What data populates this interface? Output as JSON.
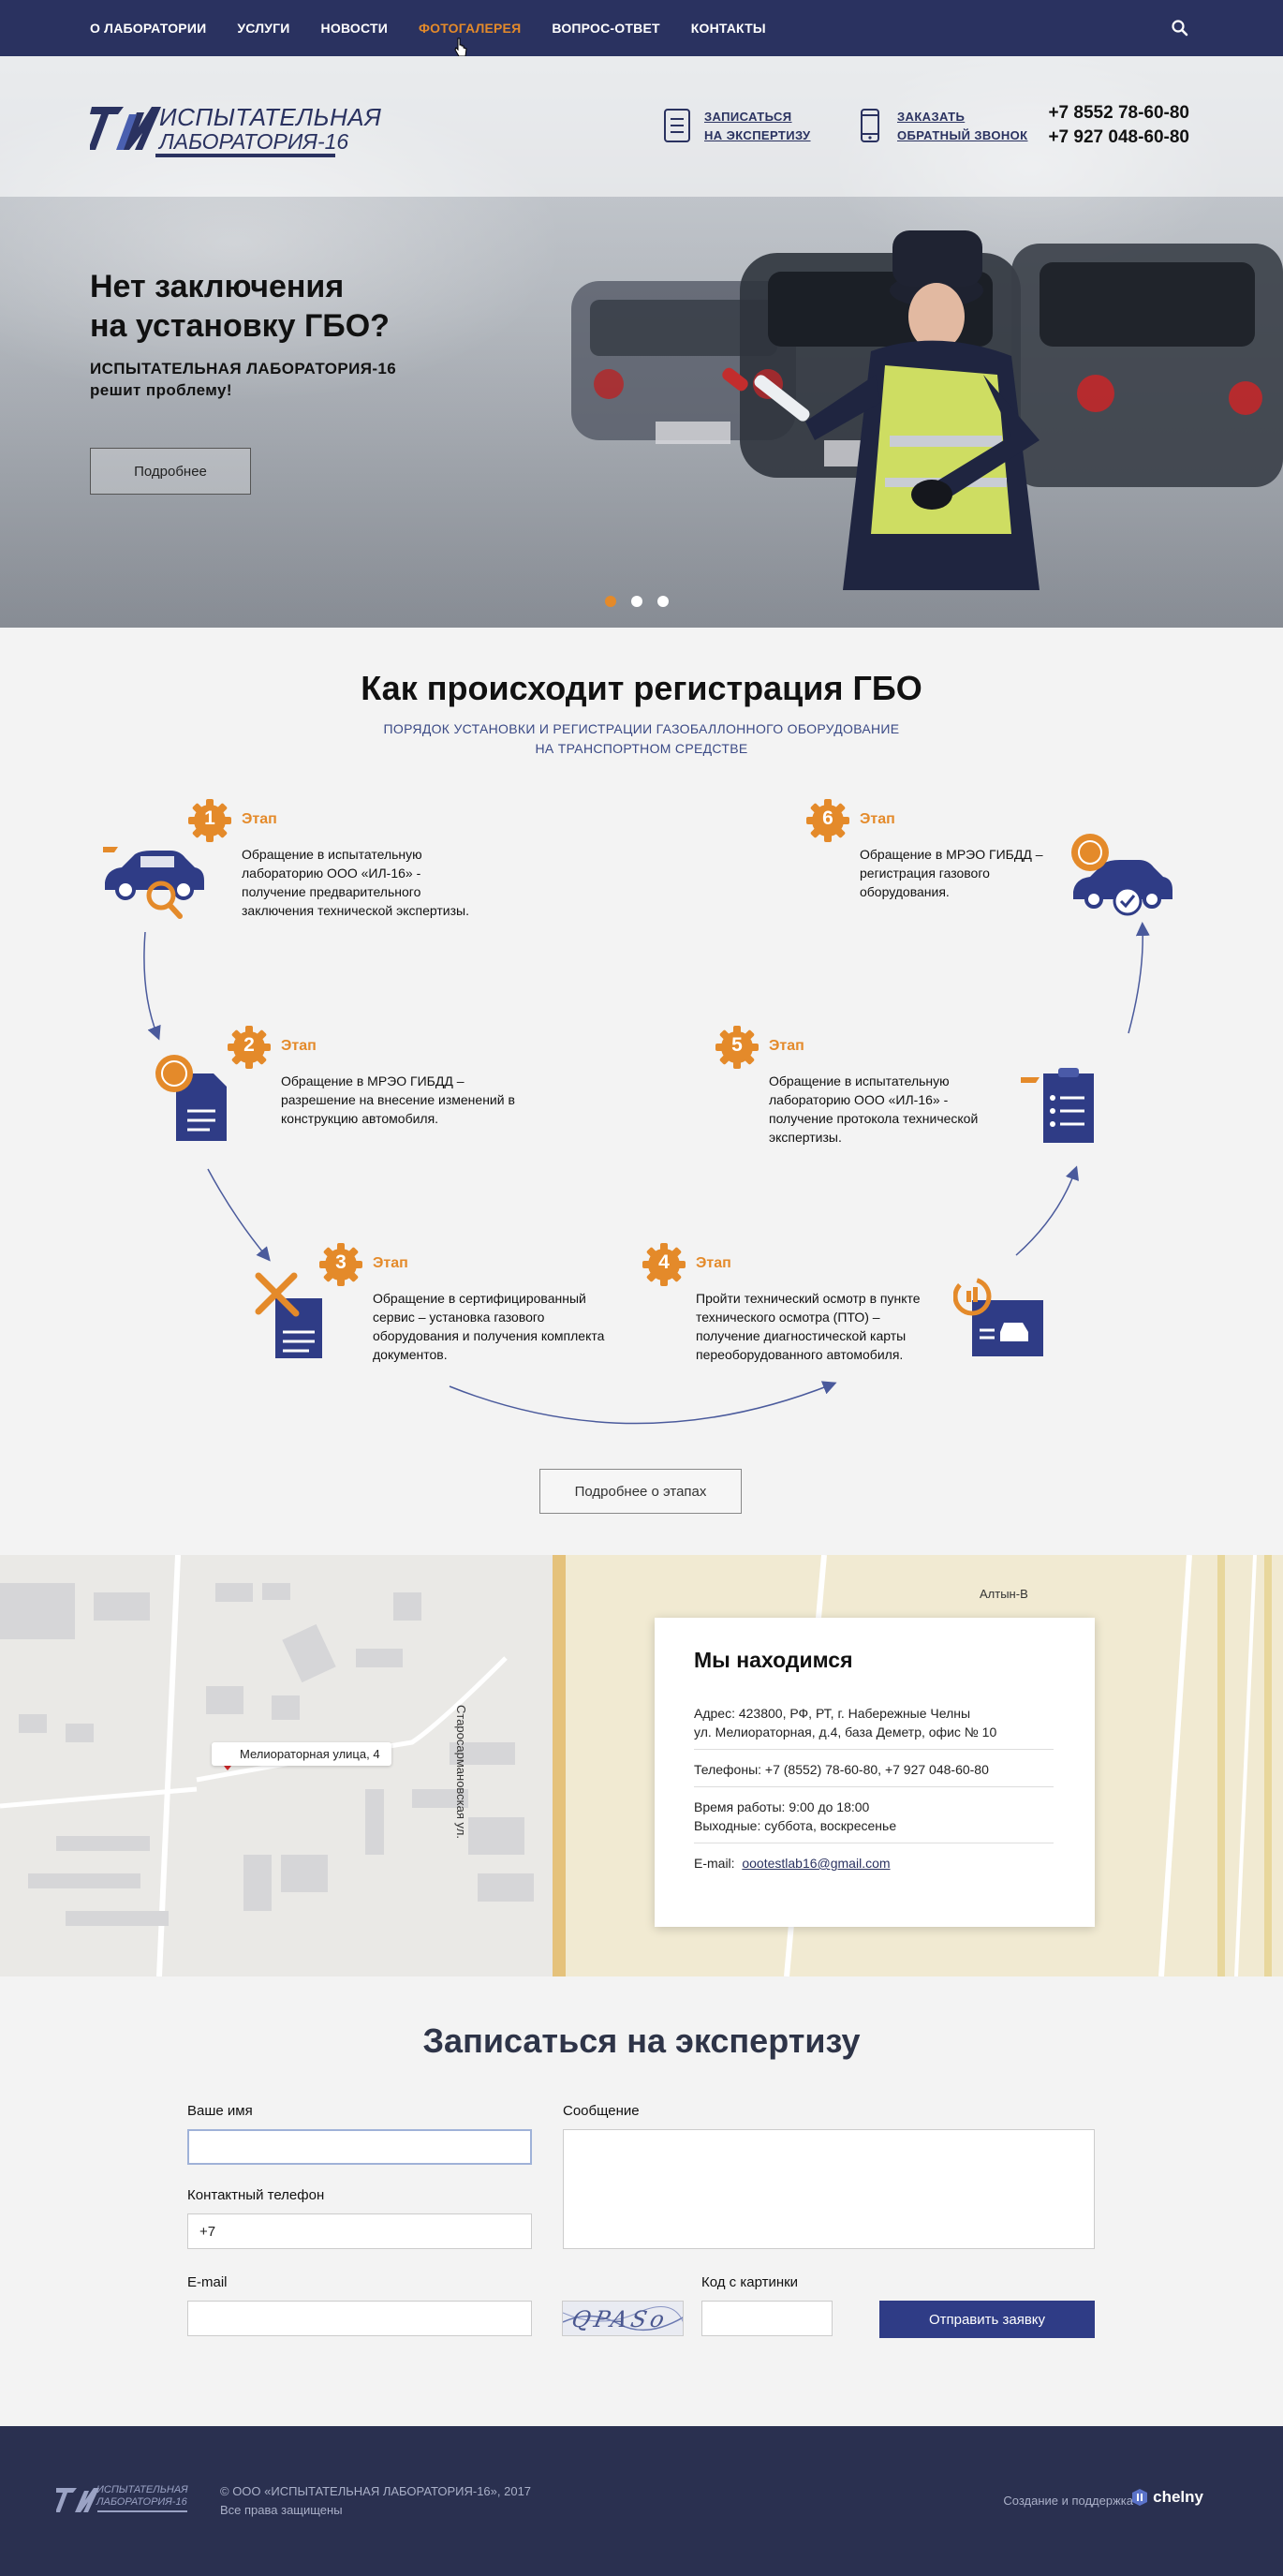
{
  "nav": {
    "items": [
      "О ЛАБОРАТОРИИ",
      "УСЛУГИ",
      "НОВОСТИ",
      "ФОТОГАЛЕРЕЯ",
      "ВОПРОС-ОТВЕТ",
      "КОНТАКТЫ"
    ],
    "active_index": 3,
    "search_icon": "search-icon",
    "accent": "#e48a2a",
    "bg": "#2a3260"
  },
  "header": {
    "logo_line1": "ИСПЫТАТЕЛЬНАЯ",
    "logo_line2": "ЛАБОРАТОРИЯ-16",
    "link1_line1": "ЗАПИСАТЬСЯ",
    "link1_line2": "НА ЭКСПЕРТИЗУ",
    "link2_line1": "ЗАКАЗАТЬ",
    "link2_line2": "ОБРАТНЫЙ ЗВОНОК",
    "phone1": "+7 8552 78-60-80",
    "phone2": "+7 927 048-60-80"
  },
  "hero": {
    "title_line1": "Нет заключения",
    "title_line2": "на установку ГБО?",
    "sub_line1": "ИСПЫТАТЕЛЬНАЯ ЛАБОРАТОРИЯ-16",
    "sub_line2": "решит проблему!",
    "button": "Подробнее",
    "slides": 3,
    "active_slide": 0
  },
  "steps": {
    "title": "Как происходит регистрация ГБО",
    "sub_line1": "ПОРЯДОК УСТАНОВКИ И РЕГИСТРАЦИИ ГАЗОБАЛЛОННОГО ОБОРУДОВАНИЕ",
    "sub_line2": "НА ТРАНСПОРТНОМ СРЕДСТВЕ",
    "stage_label": "Этап",
    "items": [
      {
        "num": "1",
        "text": "Обращение в испытательную лабораторию ООО «ИЛ-16» - получение предварительного заключения технической экспертизы."
      },
      {
        "num": "2",
        "text": "Обращение в МРЭО ГИБДД – разрешение на внесение изменений в конструкцию автомобиля."
      },
      {
        "num": "3",
        "text": "Обращение в сертифицированный сервис – установка газового оборудования и получения комплекта документов."
      },
      {
        "num": "4",
        "text": "Пройти технический осмотр в пункте технического осмотра (ПТО) – получение диагностической карты переоборудованного автомобиля."
      },
      {
        "num": "5",
        "text": "Обращение в испытательную лабораторию ООО «ИЛ-16» - получение протокола технической экспертизы."
      },
      {
        "num": "6",
        "text": "Обращение в МРЭО ГИБДД – регистрация газового оборудования."
      }
    ],
    "button": "Подробнее о этапах"
  },
  "map": {
    "pin_label": "Мелиораторная улица, 4",
    "street_label": "Старосармановская ул.",
    "place_label": "Алтын-В",
    "card": {
      "title": "Мы находимся",
      "address_line1": "Адрес: 423800, РФ, РТ, г. Набережные Челны",
      "address_line2": "ул. Мелиораторная, д.4, база Деметр, офис № 10",
      "phones": "Телефоны: +7 (8552) 78-60-80, +7 927 048-60-80",
      "hours": "Время работы: 9:00 до 18:00",
      "weekend": "Выходные: суббота, воскресенье",
      "email_label": "E-mail:",
      "email": "oootestlab16@gmail.com"
    }
  },
  "form": {
    "title": "Записаться на экспертизу",
    "name_label": "Ваше имя",
    "name_value": "",
    "phone_label": "Контактный телефон",
    "phone_value": "+7",
    "message_label": "Сообщение",
    "email_label": "E-mail",
    "captcha_label": "Код с картинки",
    "captcha_text": "QPASo",
    "submit": "Отправить заявку"
  },
  "footer": {
    "copy_line1": "© ООО «ИСПЫТАТЕЛЬНАЯ ЛАБОРАТОРИЯ-16», 2017",
    "copy_line2": "Все права защищены",
    "credit": "Создание и поддержка",
    "brand": "chelny"
  }
}
